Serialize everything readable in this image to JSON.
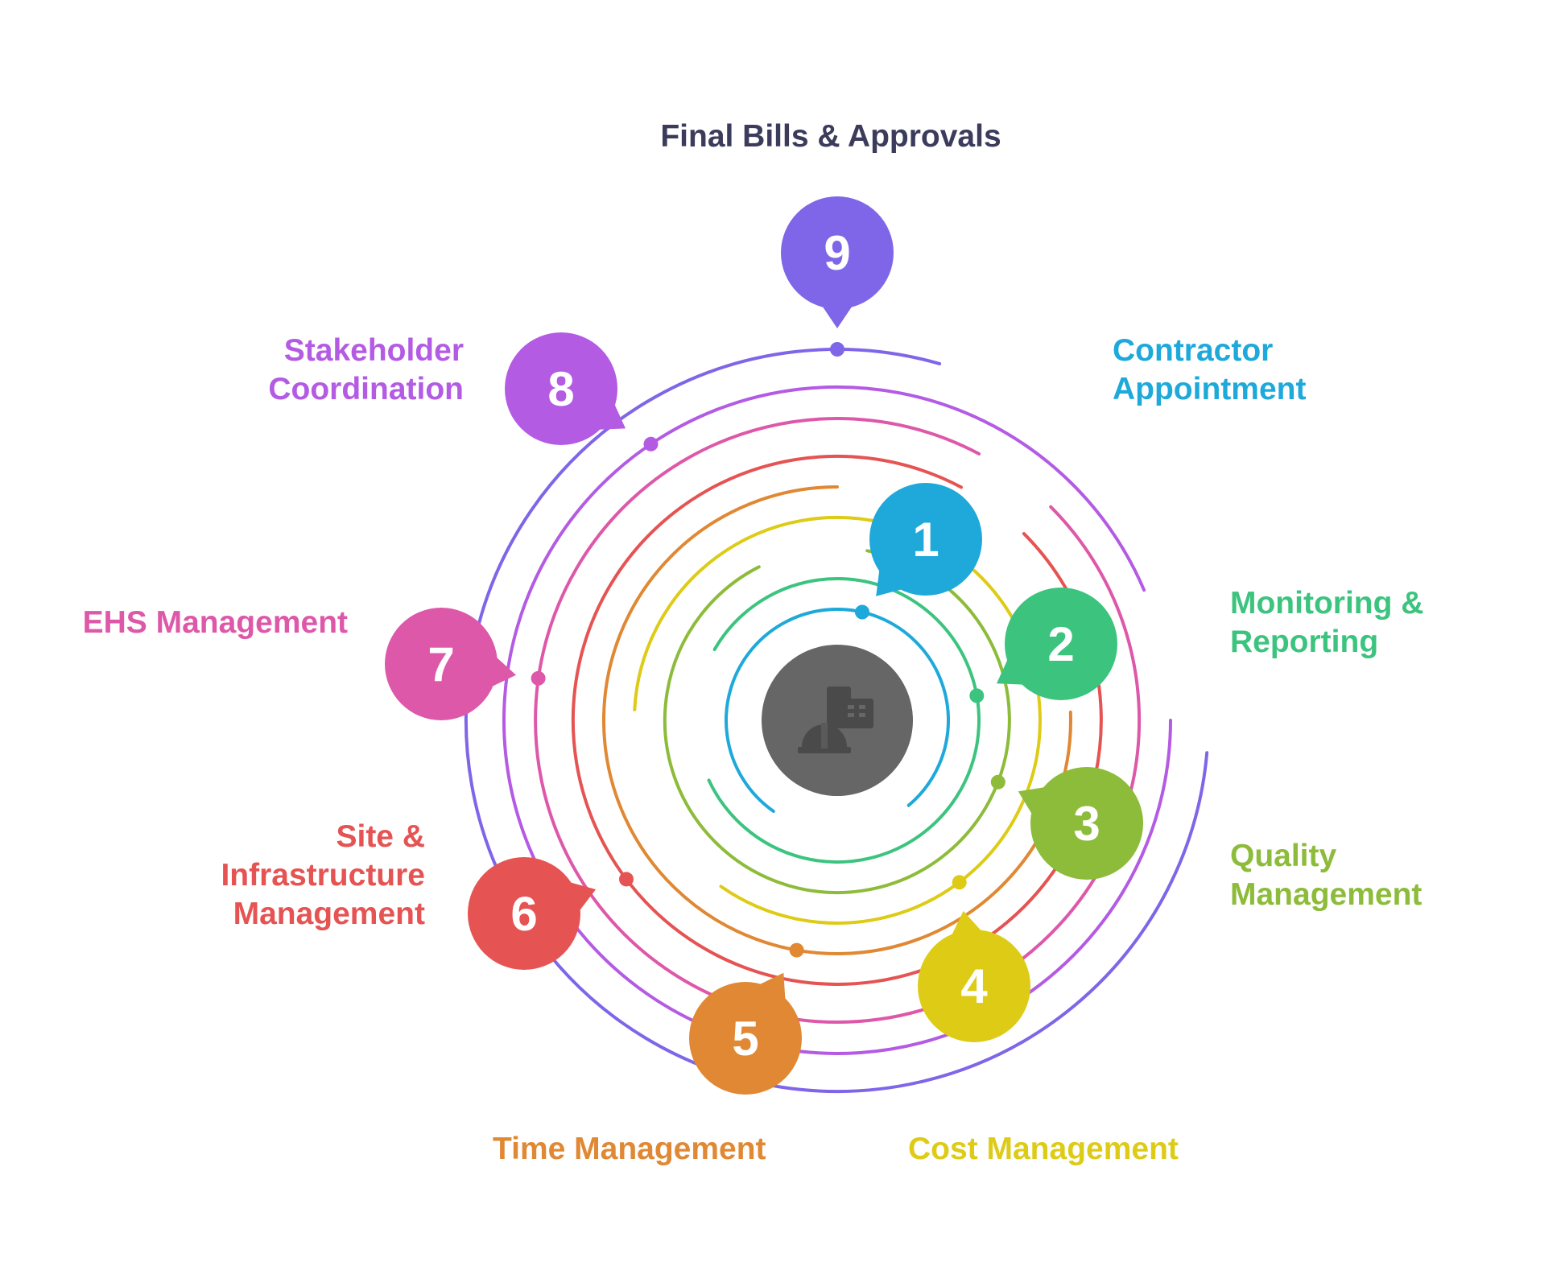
{
  "title": "Final Bills & Approvals",
  "hub": {
    "icon": "construction-helmet-building-icon",
    "fill": "#666666",
    "icon_color": "#4a4a4a"
  },
  "steps": [
    {
      "number": "1",
      "lines": [
        "Contractor",
        "Appointment"
      ],
      "color": "#1EA9DA"
    },
    {
      "number": "2",
      "lines": [
        "Monitoring &",
        "Reporting"
      ],
      "color": "#3CC47F"
    },
    {
      "number": "3",
      "lines": [
        "Quality",
        "Management"
      ],
      "color": "#8DBB3A"
    },
    {
      "number": "4",
      "lines": [
        "Cost Management"
      ],
      "color": "#DDCB16"
    },
    {
      "number": "5",
      "lines": [
        "Time Management"
      ],
      "color": "#E08833"
    },
    {
      "number": "6",
      "lines": [
        "Site &",
        "Infrastructure",
        "Management"
      ],
      "color": "#E55353"
    },
    {
      "number": "7",
      "lines": [
        "EHS Management"
      ],
      "color": "#DE58A9"
    },
    {
      "number": "8",
      "lines": [
        "Stakeholder",
        "Coordination"
      ],
      "color": "#B45BE4"
    },
    {
      "number": "9",
      "lines": [
        "Final Bills & Approvals"
      ],
      "color": "#7F66E8"
    }
  ],
  "title_color": "#3B3B5C"
}
